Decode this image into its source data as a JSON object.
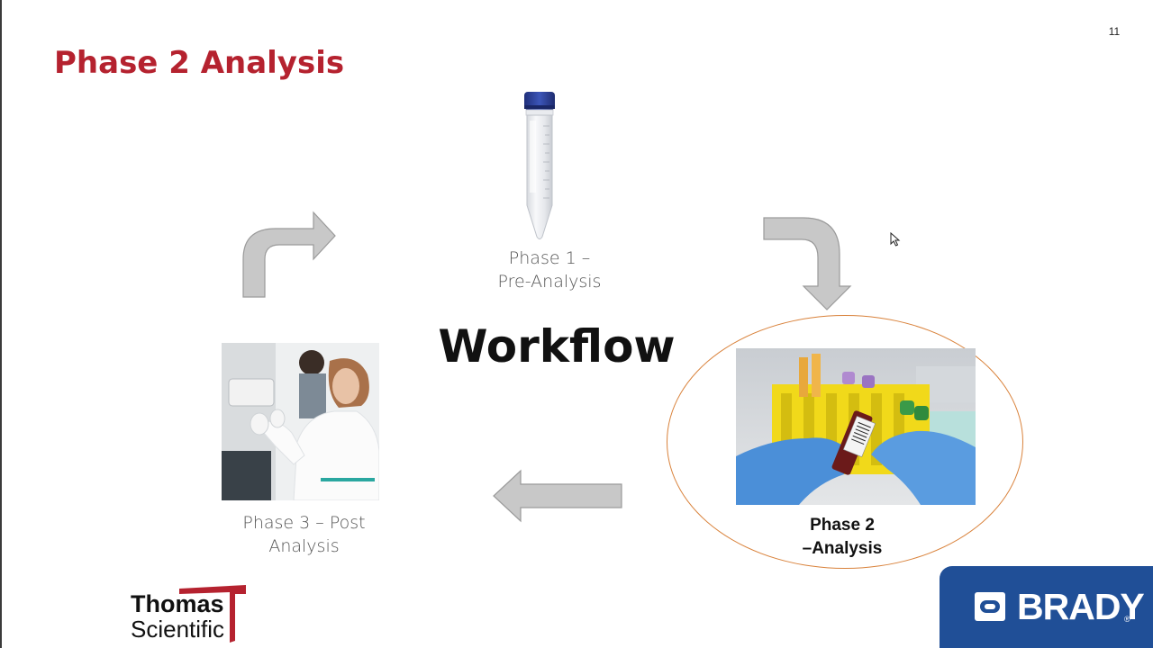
{
  "slide": {
    "title": "Phase 2 Analysis",
    "page_number": "11",
    "center_word": "Workflow"
  },
  "phases": {
    "phase1": {
      "line1": "Phase 1 –",
      "line2": "Pre-Analysis"
    },
    "phase2": {
      "line1": "Phase 2",
      "line2": "–Analysis"
    },
    "phase3": {
      "line1": "Phase 3 – Post",
      "line2": "Analysis"
    }
  },
  "logos": {
    "thomas_scientific": {
      "line1": "Thomas",
      "line2": "Scientific"
    },
    "brady": {
      "text": "BRADY",
      "mark": "®"
    }
  },
  "icons": [
    "centrifuge-tube-icon",
    "curved-arrow-up-right-icon",
    "curved-arrow-down-icon",
    "arrow-left-icon",
    "mouse-cursor-icon"
  ],
  "colors": {
    "title": "#b5222f",
    "highlight_ellipse": "#d9823b",
    "arrow_fill": "#c8c8c8",
    "brady_blue": "#204f97",
    "thomas_red": "#b5222f"
  }
}
